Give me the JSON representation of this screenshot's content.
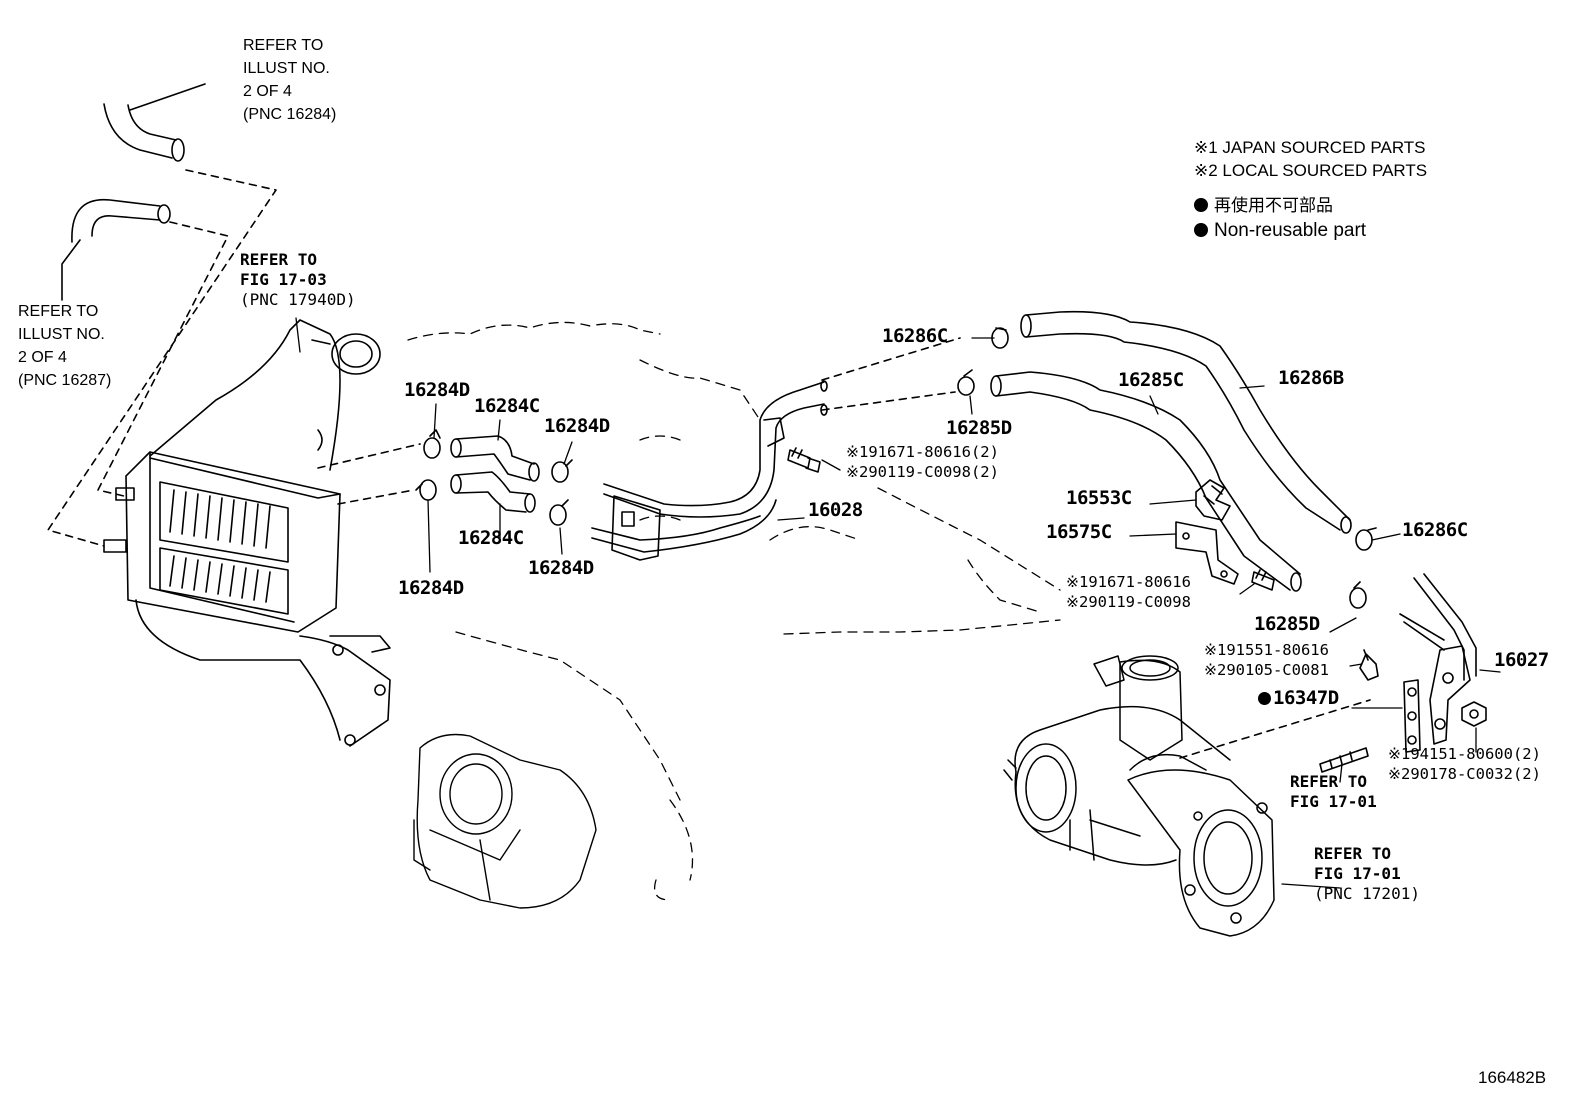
{
  "legend": {
    "note1": "※1 JAPAN SOURCED PARTS",
    "note2": "※2 LOCAL SOURCED PARTS",
    "non_reusable_jp": "再使用不可部品",
    "non_reusable_en": "Non-reusable part"
  },
  "references": {
    "illust_16284": [
      "REFER TO",
      "ILLUST NO.",
      "2 OF 4",
      "(PNC 16284)"
    ],
    "illust_16287": [
      "REFER TO",
      "ILLUST NO.",
      "2 OF 4",
      "(PNC 16287)"
    ],
    "fig_17_03": [
      "REFER TO",
      "FIG 17-03",
      "(PNC 17940D)"
    ],
    "fig_17_01_a": [
      "REFER TO",
      "FIG 17-01"
    ],
    "fig_17_01_b": [
      "REFER TO",
      "FIG 17-01",
      "(PNC 17201)"
    ]
  },
  "parts": {
    "p16284D_a": "16284D",
    "p16284C_a": "16284C",
    "p16284D_b": "16284D",
    "p16284C_b": "16284C",
    "p16284D_c": "16284D",
    "p16284D_d": "16284D",
    "p16028": "16028",
    "p16286C_a": "16286C",
    "p16285C": "16285C",
    "p16286B": "16286B",
    "p16285D_a": "16285D",
    "p16553C": "16553C",
    "p16575C": "16575C",
    "p16286C_b": "16286C",
    "p16285D_b": "16285D",
    "p16027": "16027",
    "p16347D": "16347D"
  },
  "part_numbers": {
    "bolt_a": [
      "※191671-80616(2)",
      "※290119-C0098(2)"
    ],
    "bolt_b": [
      "※191671-80616",
      "※290119-C0098"
    ],
    "bolt_c": [
      "※191551-80616",
      "※290105-C0081"
    ],
    "nut": [
      "※194151-80600(2)",
      "※290178-C0032(2)"
    ]
  },
  "illustration_id": "166482B"
}
